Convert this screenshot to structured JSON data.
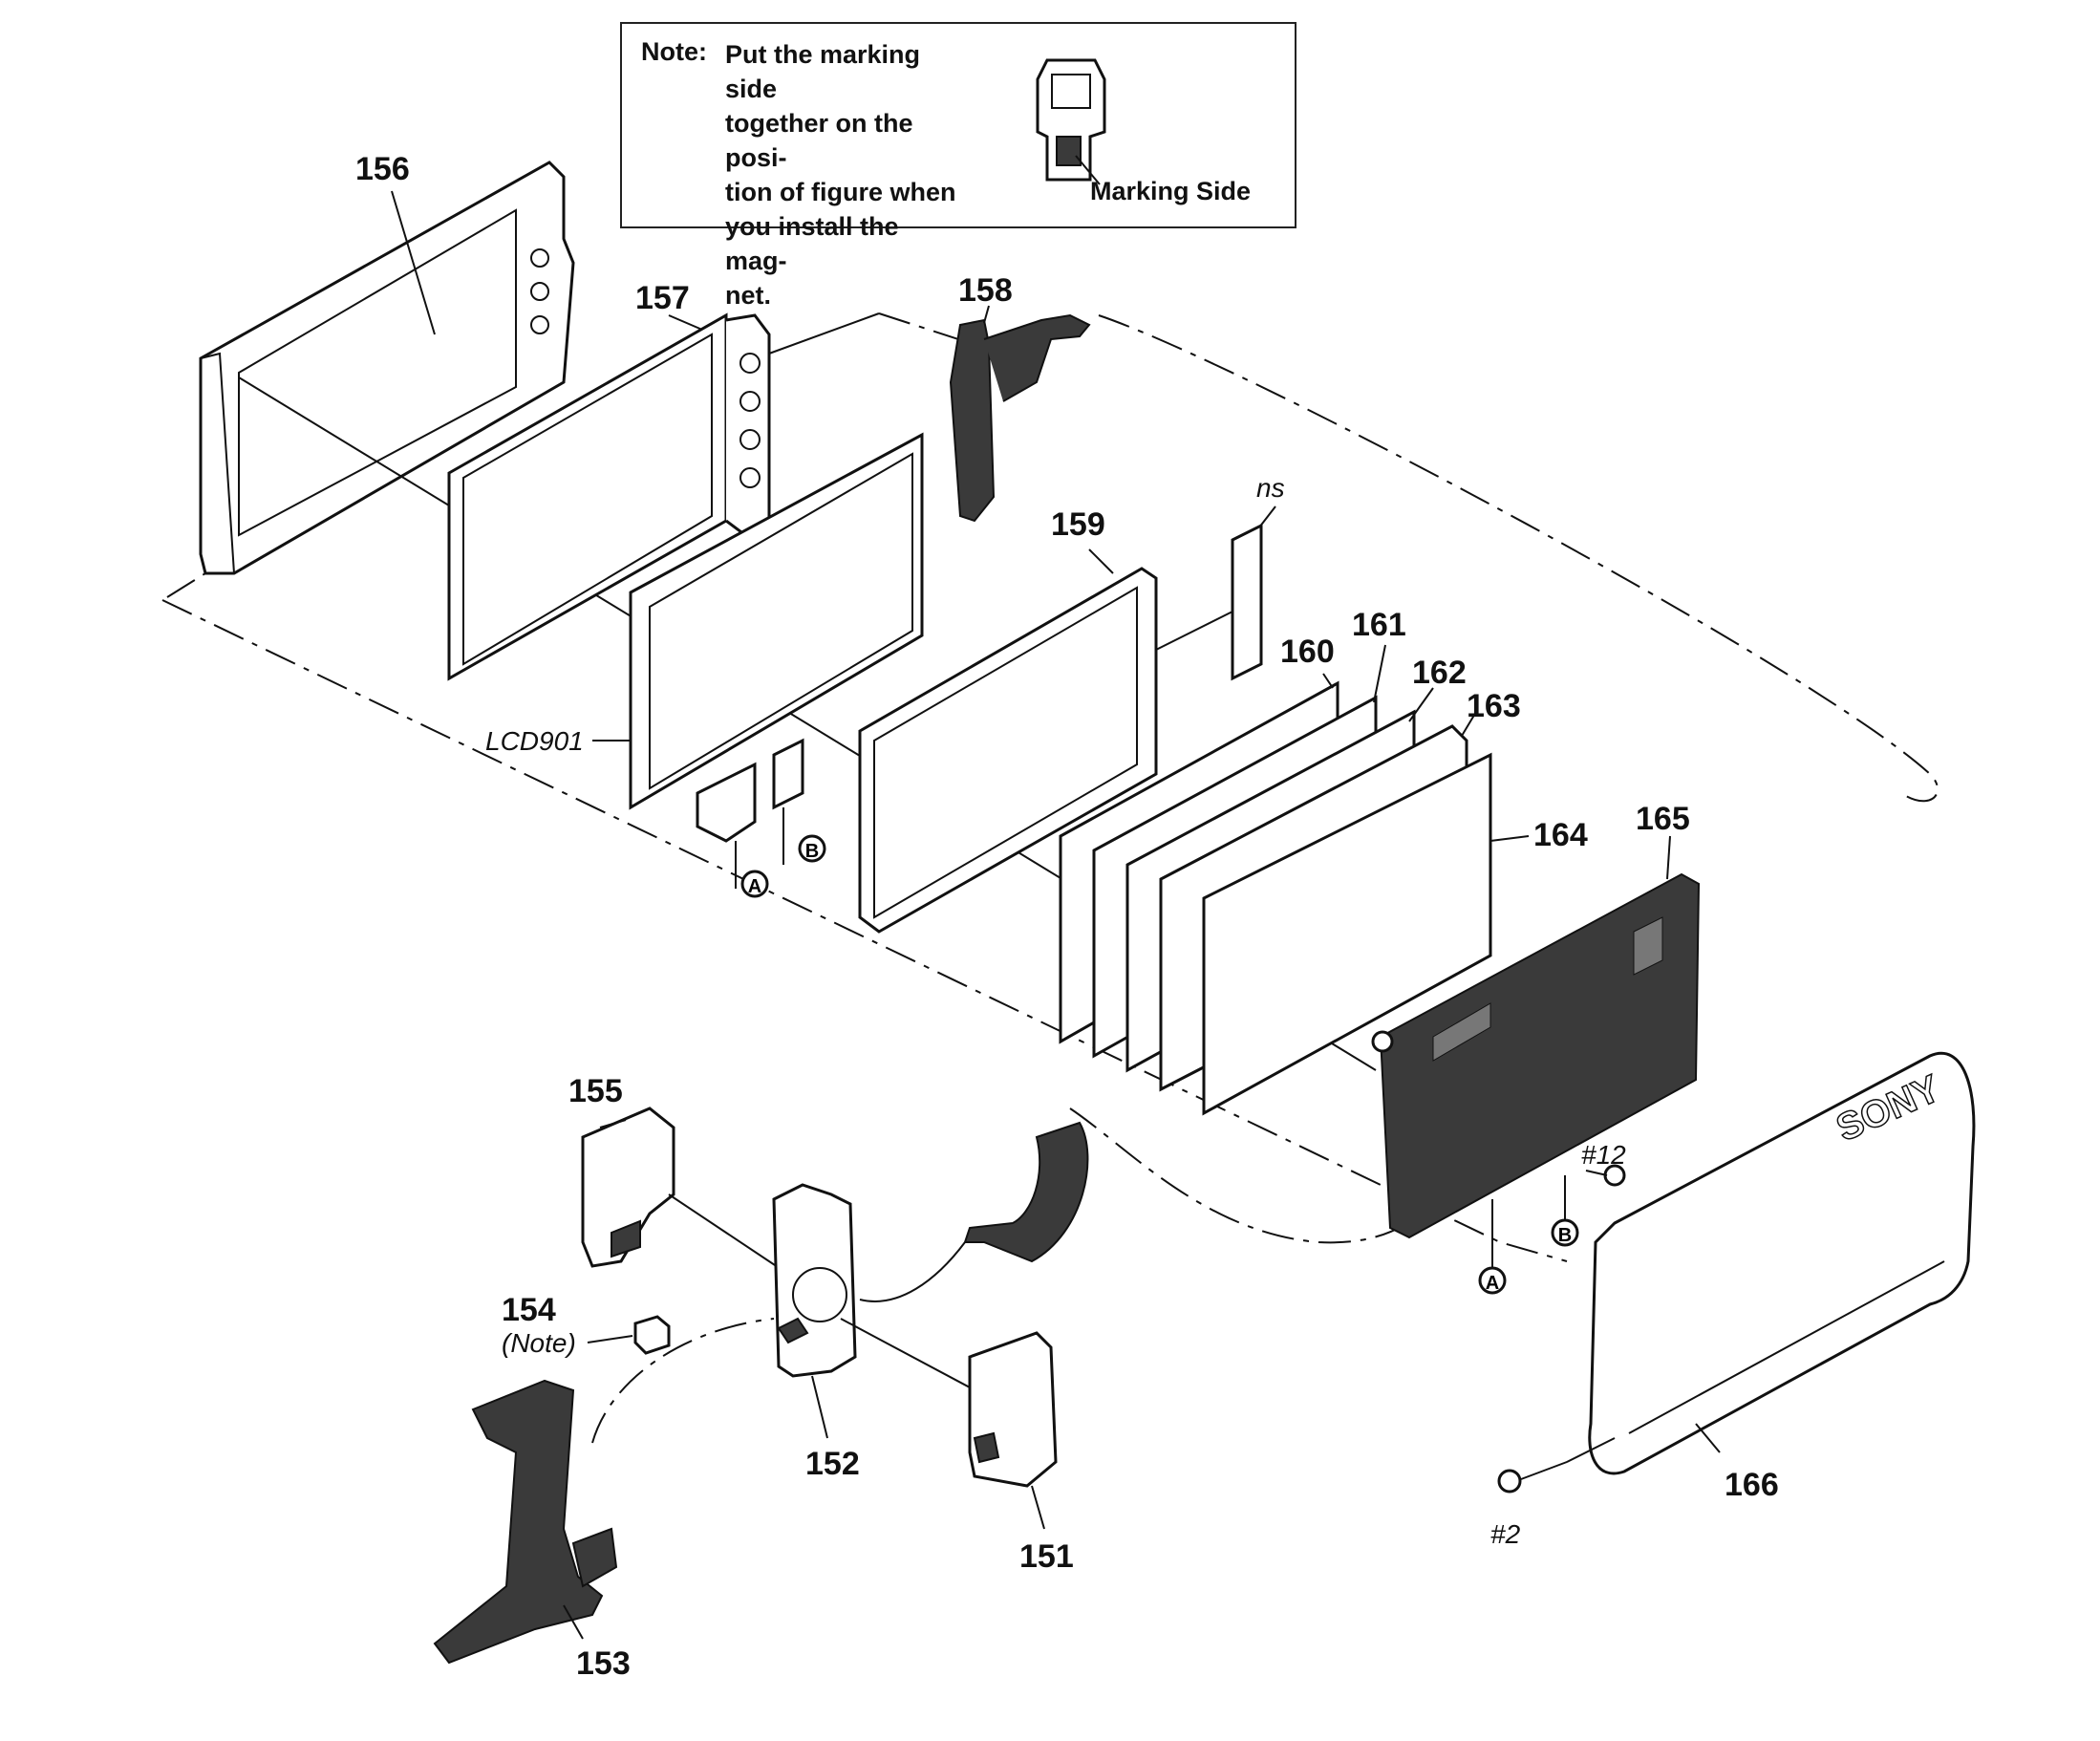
{
  "note": {
    "label": "Note:",
    "text": "Put the marking side\ntogether on the posi-\ntion of figure when\nyou install the mag-\nnet.",
    "marking_side": "Marking Side"
  },
  "parts": {
    "p151": "151",
    "p152": "152",
    "p153": "153",
    "p154": "154",
    "p154_note": "(Note)",
    "p155": "155",
    "p156": "156",
    "p157": "157",
    "p158": "158",
    "p159": "159",
    "p160": "160",
    "p161": "161",
    "p162": "162",
    "p163": "163",
    "p164": "164",
    "p165": "165",
    "p166": "166",
    "ns": "ns",
    "lcd901": "LCD901",
    "screw12": "#12",
    "screw2": "#2"
  },
  "connectors": {
    "a": "A",
    "b": "B"
  },
  "brand_logo": "SONY"
}
